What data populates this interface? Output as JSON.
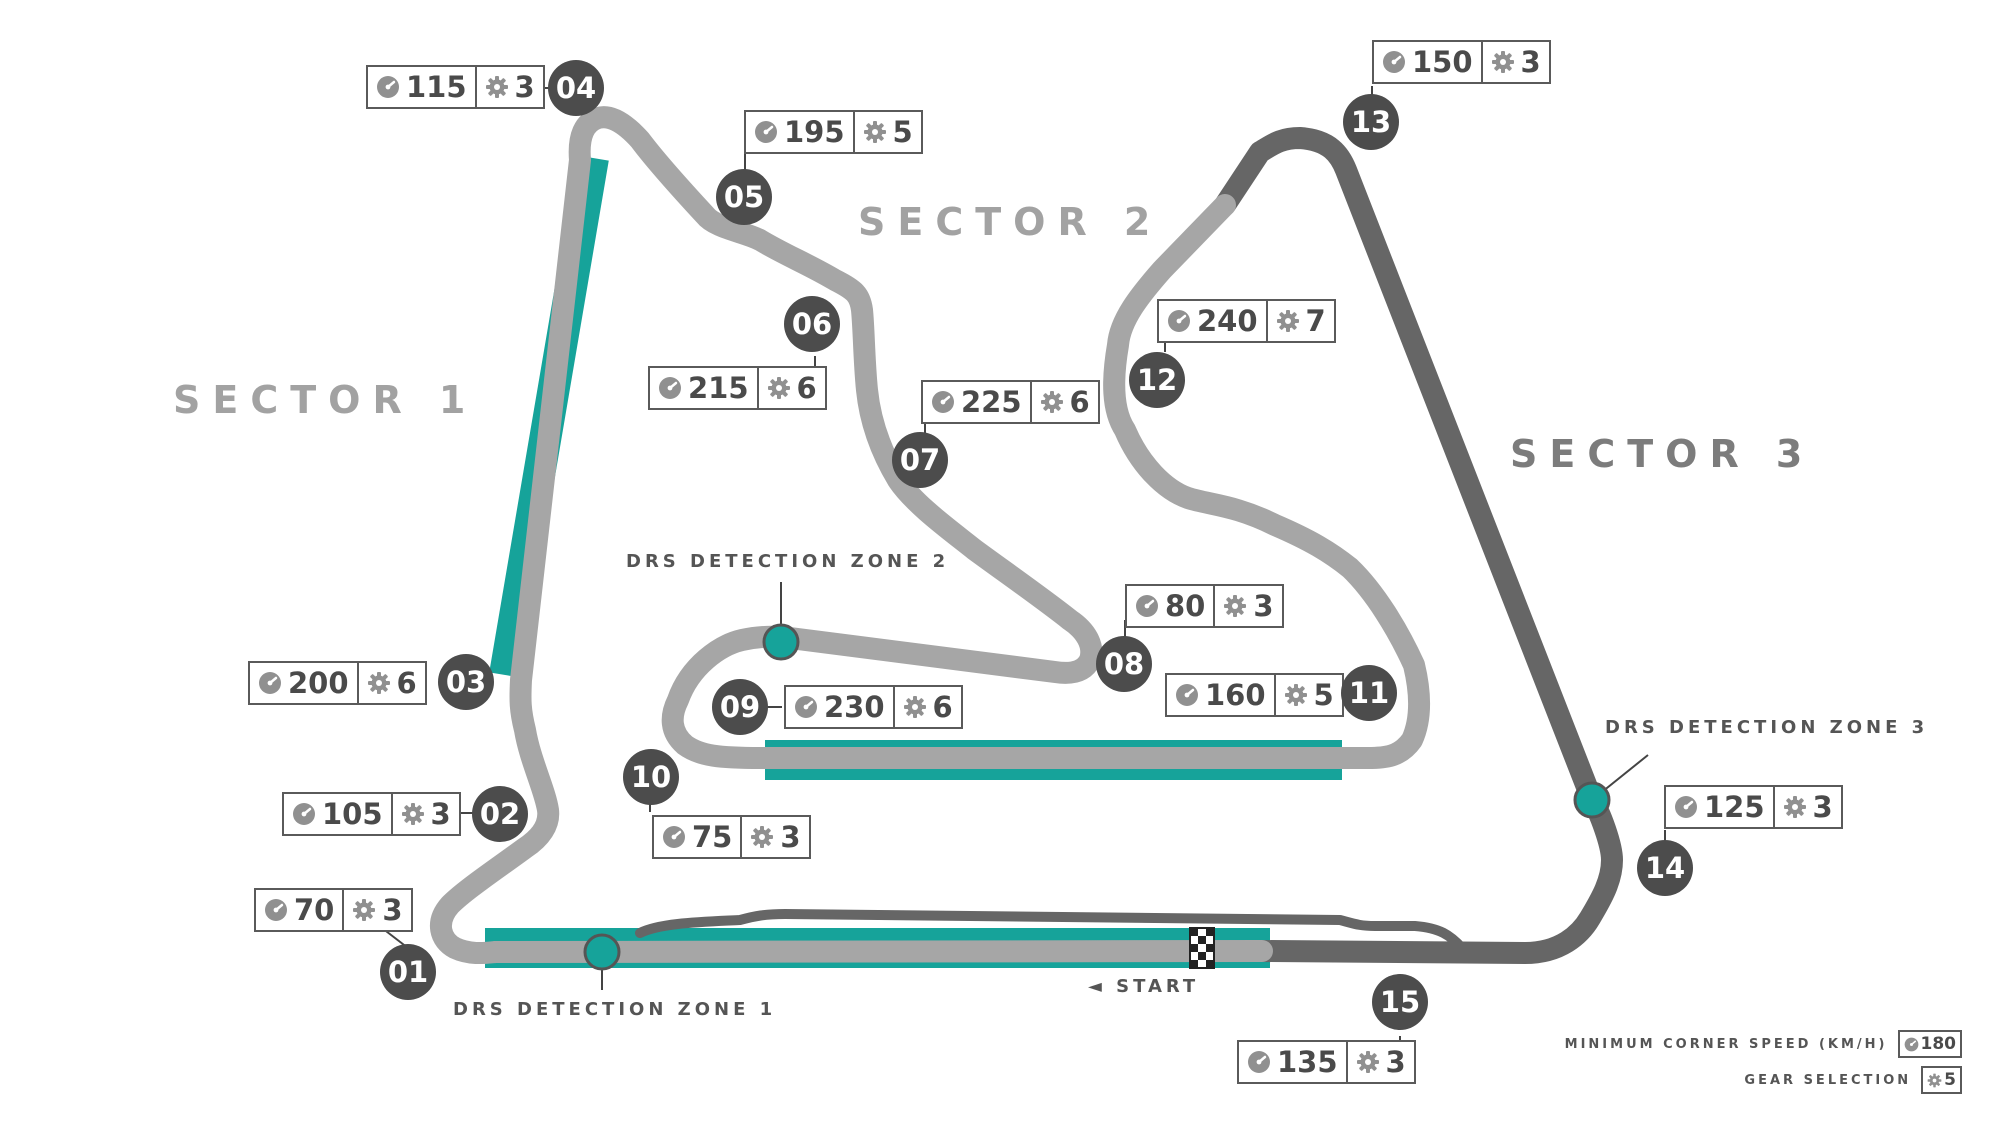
{
  "sectors": [
    {
      "label": "SECTOR 1"
    },
    {
      "label": "SECTOR 2"
    },
    {
      "label": "SECTOR 3"
    }
  ],
  "drs_zones": [
    {
      "label": "DRS DETECTION ZONE 1"
    },
    {
      "label": "DRS DETECTION ZONE 2"
    },
    {
      "label": "DRS DETECTION ZONE 3"
    }
  ],
  "start_label": "◄ START",
  "corners": [
    {
      "number": "01",
      "speed": "70",
      "gear": "3"
    },
    {
      "number": "02",
      "speed": "105",
      "gear": "3"
    },
    {
      "number": "03",
      "speed": "200",
      "gear": "6"
    },
    {
      "number": "04",
      "speed": "115",
      "gear": "3"
    },
    {
      "number": "05",
      "speed": "195",
      "gear": "5"
    },
    {
      "number": "06",
      "speed": "215",
      "gear": "6"
    },
    {
      "number": "07",
      "speed": "225",
      "gear": "6"
    },
    {
      "number": "08",
      "speed": "80",
      "gear": "3"
    },
    {
      "number": "09",
      "speed": "230",
      "gear": "6"
    },
    {
      "number": "10",
      "speed": "75",
      "gear": "3"
    },
    {
      "number": "11",
      "speed": "160",
      "gear": "5"
    },
    {
      "number": "12",
      "speed": "240",
      "gear": "7"
    },
    {
      "number": "13",
      "speed": "150",
      "gear": "3"
    },
    {
      "number": "14",
      "speed": "125",
      "gear": "3"
    },
    {
      "number": "15",
      "speed": "135",
      "gear": "3"
    }
  ],
  "legend": {
    "speed_label": "MINIMUM CORNER SPEED (KM/H)",
    "speed_example": "180",
    "gear_label": "GEAR SELECTION",
    "gear_example": "5"
  },
  "icons": {
    "speed": "speedometer-icon",
    "gear": "gear-icon",
    "finish": "checkered-flag-icon"
  },
  "colors": {
    "track_light": "#a6a6a6",
    "track_dark": "#666666",
    "drs_zone": "#16a39a",
    "corner_badge": "#4c4c4c"
  }
}
